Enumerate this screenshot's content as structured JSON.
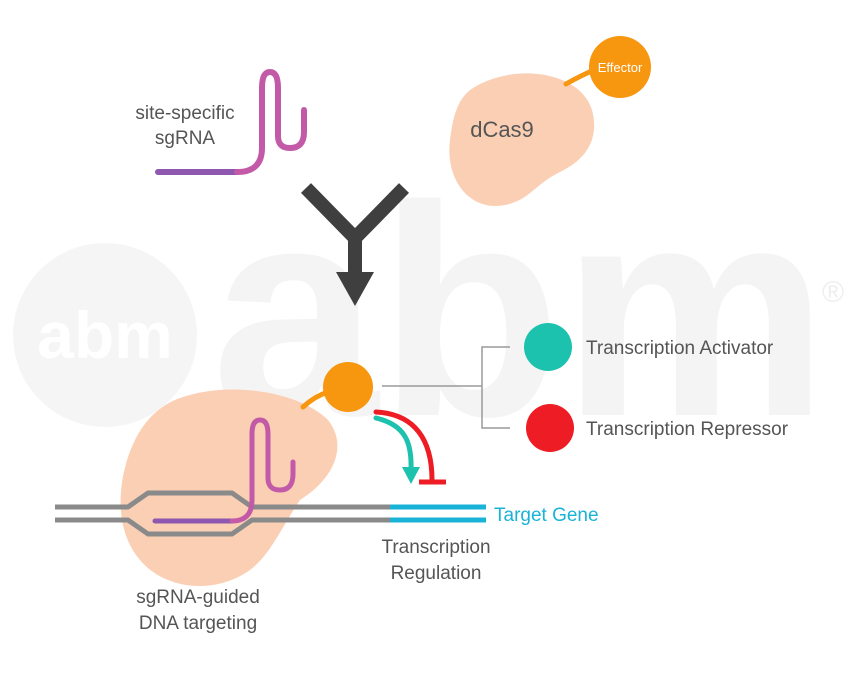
{
  "colors": {
    "cas9": "#fbcfb4",
    "effector": "#f7960f",
    "activator": "#1cc2ae",
    "repressor": "#ee1c24",
    "sgrna_pink": "#c25aa8",
    "sgrna_purple": "#8e57b0",
    "target_gene": "#1ab3d8",
    "dna": "#8a8a8a",
    "arrow": "#3f3f3f",
    "text": "#555555",
    "watermark": "#f3f3f3"
  },
  "labels": {
    "sgrna": [
      "site-specific",
      "sgRNA"
    ],
    "dcas9": "dCas9",
    "effector": "Effector",
    "activator": "Transcription Activator",
    "repressor": "Transcription Repressor",
    "target_gene": "Target Gene",
    "regulation": [
      "Transcription",
      "Regulation"
    ],
    "targeting": [
      "sgRNA-guided",
      "DNA targeting"
    ]
  },
  "watermark": {
    "logo_small": "abm",
    "logo_large": "abm",
    "registered": "®"
  }
}
